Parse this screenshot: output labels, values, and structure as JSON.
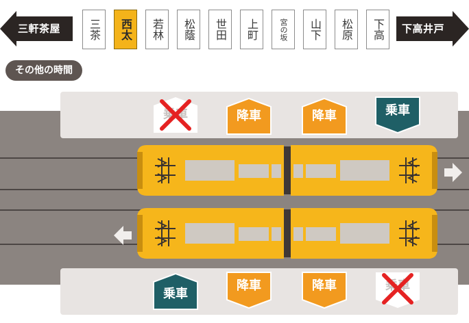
{
  "nav": {
    "left_direction": "三軒茶屋",
    "right_direction": "下高井戸",
    "stations": [
      {
        "name": "三茶",
        "current": false
      },
      {
        "name": "西太",
        "current": true
      },
      {
        "name": "若林",
        "current": false
      },
      {
        "name": "松蔭",
        "current": false
      },
      {
        "name": "世田",
        "current": false
      },
      {
        "name": "上町",
        "current": false
      },
      {
        "name": "宮の坂",
        "current": false
      },
      {
        "name": "山下",
        "current": false
      },
      {
        "name": "松原",
        "current": false
      },
      {
        "name": "下高",
        "current": false
      }
    ]
  },
  "other_time_label": "その他の時間",
  "platform_top": {
    "doors": [
      {
        "label": "乗車",
        "type": "unavailable"
      },
      {
        "label": "降車",
        "type": "alight"
      },
      {
        "label": "降車",
        "type": "alight"
      },
      {
        "label": "乗車",
        "type": "board"
      }
    ]
  },
  "platform_bottom": {
    "doors": [
      {
        "label": "乗車",
        "type": "board"
      },
      {
        "label": "降車",
        "type": "alight"
      },
      {
        "label": "降車",
        "type": "alight"
      },
      {
        "label": "乗車",
        "type": "unavailable"
      }
    ]
  },
  "trains": {
    "upper_direction": "right",
    "lower_direction": "left"
  },
  "colors": {
    "alight": "#f29a1f",
    "board": "#1f5f66",
    "unavailable": "#ffffff",
    "x_mark": "#e52222",
    "train_body": "#f6b61b",
    "current_station": "#f4b31a",
    "direction_arrow": "#2b2523"
  }
}
